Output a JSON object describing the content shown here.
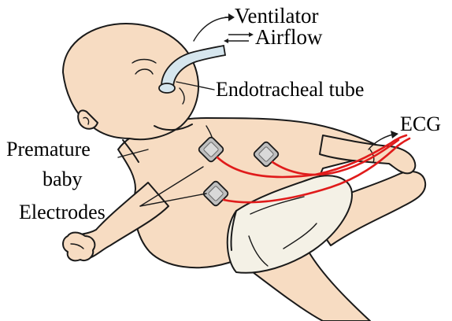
{
  "labels": {
    "ventilator": "Ventilator",
    "airflow": "Airflow",
    "endotracheal_tube": "Endotracheal tube",
    "ecg": "ECG",
    "premature": "Premature",
    "baby": "baby",
    "electrodes": "Electrodes"
  },
  "colors": {
    "skin": "#f7dcc2",
    "wire": "#e01b1b",
    "tube": "#d6e6ee",
    "diaper": "#f4f1e6",
    "outline": "#1a1a1a"
  },
  "icons": [
    "bidirectional-arrow-icon",
    "pointer-arrow-icon"
  ]
}
